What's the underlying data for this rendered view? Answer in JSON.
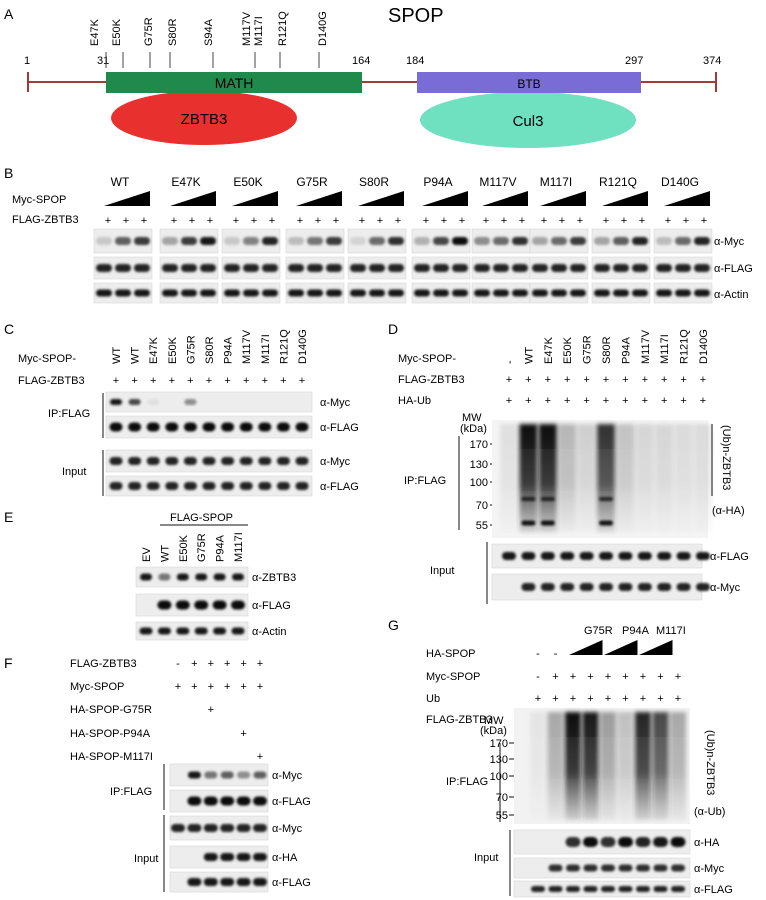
{
  "panels": [
    "A",
    "B",
    "C",
    "D",
    "E",
    "F",
    "G"
  ],
  "A": {
    "title": "SPOP",
    "ticks": [
      "1",
      "31",
      "164",
      "184",
      "297",
      "374"
    ],
    "mutations": [
      "E47K",
      "E50K",
      "G75R",
      "S80R",
      "S94A",
      "M117V",
      "M117I",
      "R121Q",
      "D140G"
    ],
    "domains": {
      "math": "MATH",
      "btb": "BTB"
    },
    "binders": {
      "zbtb3": "ZBTB3",
      "cul3": "Cul3"
    },
    "colors": {
      "math": "#1f8a4c",
      "btb": "#7a6cd6",
      "zbtb3": "#e8302e",
      "cul3": "#6fe0c0",
      "line": "#a23a3a"
    }
  },
  "B": {
    "row_myc": "Myc-SPOP",
    "row_flag": "FLAG-ZBTB3",
    "groups": [
      "WT",
      "E47K",
      "E50K",
      "G75R",
      "S80R",
      "P94A",
      "M117V",
      "M117I",
      "R121Q",
      "D140G"
    ],
    "plus": "+",
    "blots": [
      "α-Myc",
      "α-FLAG",
      "α-Actin"
    ]
  },
  "C": {
    "row_myc": "Myc-SPOP-",
    "row_flag": "FLAG-ZBTB3",
    "lanes": [
      "WT",
      "WT",
      "E47K",
      "E50K",
      "G75R",
      "S80R",
      "P94A",
      "M117V",
      "M117I",
      "R121Q",
      "D140G"
    ],
    "flag_marks": [
      "+",
      "+",
      "+",
      "+",
      "+",
      "+",
      "+",
      "+",
      "+",
      "+",
      "+"
    ],
    "ip": "IP:FLAG",
    "input": "Input",
    "blots": [
      "α-Myc",
      "α-FLAG",
      "α-Myc",
      "α-FLAG"
    ]
  },
  "D": {
    "rows": [
      "Myc-SPOP-",
      "FLAG-ZBTB3",
      "HA-Ub"
    ],
    "lanes": [
      "-",
      "WT",
      "E47K",
      "E50K",
      "G75R",
      "S80R",
      "P94A",
      "M117V",
      "M117I",
      "R121Q",
      "D140G"
    ],
    "flag_marks": [
      "+",
      "+",
      "+",
      "+",
      "+",
      "+",
      "+",
      "+",
      "+",
      "+",
      "+"
    ],
    "ub_marks": [
      "+",
      "+",
      "+",
      "+",
      "+",
      "+",
      "+",
      "+",
      "+",
      "+",
      "+"
    ],
    "mw_title": [
      "MW",
      "(kDa)"
    ],
    "mw": [
      "170",
      "130",
      "100",
      "70",
      "55"
    ],
    "ip": "IP:FLAG",
    "smear_label": "(Ub)n-ZBTB3",
    "smear_ab": "(α-HA)",
    "input": "Input",
    "blots": [
      "α-FLAG",
      "α-Myc"
    ]
  },
  "E": {
    "header": "FLAG-SPOP",
    "lanes": [
      "EV",
      "WT",
      "E50K",
      "G75R",
      "P94A",
      "M117I"
    ],
    "blots": [
      "α-ZBTB3",
      "α-FLAG",
      "α-Actin"
    ]
  },
  "F": {
    "rows": [
      "FLAG-ZBTB3",
      "Myc-SPOP",
      "HA-SPOP-G75R",
      "HA-SPOP-P94A",
      "HA-SPOP-M117I"
    ],
    "marks": [
      [
        "-",
        "+",
        "+",
        "+",
        "+",
        "+"
      ],
      [
        "+",
        "+",
        "+",
        "+",
        "+",
        "+"
      ],
      [
        "",
        "",
        "+",
        "",
        "",
        ""
      ],
      [
        "",
        "",
        "",
        "",
        "+",
        ""
      ],
      [
        "",
        "",
        "",
        "",
        "",
        "+"
      ]
    ],
    "ip": "IP:FLAG",
    "input": "Input",
    "blots": [
      "α-Myc",
      "α-FLAG",
      "α-Myc",
      "α-HA",
      "α-FLAG"
    ]
  },
  "G": {
    "rows": [
      "HA-SPOP",
      "Myc-SPOP",
      "Ub",
      "FLAG-ZBTB3"
    ],
    "mutants": [
      "G75R",
      "P94A",
      "M117I"
    ],
    "ha_marks": [
      "-",
      "-"
    ],
    "myc_marks": [
      "-",
      "+",
      "+",
      "+",
      "+",
      "+",
      "+",
      "+",
      "+"
    ],
    "ub_marks": [
      "+",
      "+",
      "+",
      "+",
      "+",
      "+",
      "+",
      "+",
      "+"
    ],
    "mw_title": [
      "MW",
      "(kDa)"
    ],
    "mw": [
      "170",
      "130",
      "100",
      "70",
      "55"
    ],
    "ip": "IP:FLAG",
    "smear_label": "(Ub)n-ZBTB3",
    "smear_ab": "(α-Ub)",
    "input": "Input",
    "blots": [
      "α-HA",
      "α-Myc",
      "α-FLAG"
    ]
  }
}
